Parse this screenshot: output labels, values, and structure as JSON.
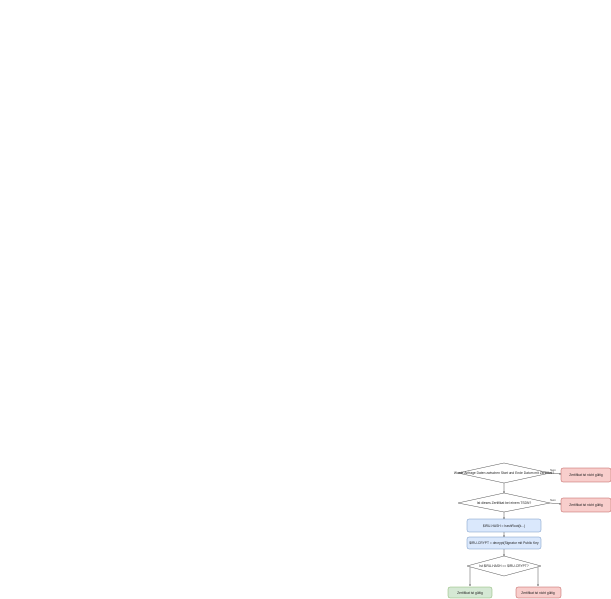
{
  "diagram": {
    "type": "flowchart",
    "nodes": {
      "decision_1": {
        "label": "Wurde Anfrage Daten zwischen Start und Ende Datum mit Zertifikat?"
      },
      "reject_1": {
        "label": "Zertifikat ist nicht gültig"
      },
      "decision_2": {
        "label": "Ist dieses Zertifikat bei einem TSDN?"
      },
      "reject_2": {
        "label": "Zertifikat ist nicht gültig"
      },
      "process_1": {
        "label": "$IRU-HASH = hashRoot(k...)"
      },
      "process_2": {
        "label": "$IRU-CRYPT = decrypt(Signatur mit Public Key"
      },
      "decision_3": {
        "label": "Ist $IRU-HASH == $IRU-CRYPT?"
      },
      "accept": {
        "label": "Zertifikat ist gültig"
      },
      "reject_3": {
        "label": "Zertifikat ist nicht gültig"
      }
    },
    "edges": {
      "e1_label": "Nein",
      "e2_label": "Nein"
    },
    "colors": {
      "stroke": "#444444",
      "reject_fill": "#f8cecc",
      "reject_stroke": "#b85450",
      "process_fill": "#dae8fc",
      "process_stroke": "#6c8ebf",
      "accept_fill": "#d5e8d4",
      "accept_stroke": "#82b366"
    }
  }
}
